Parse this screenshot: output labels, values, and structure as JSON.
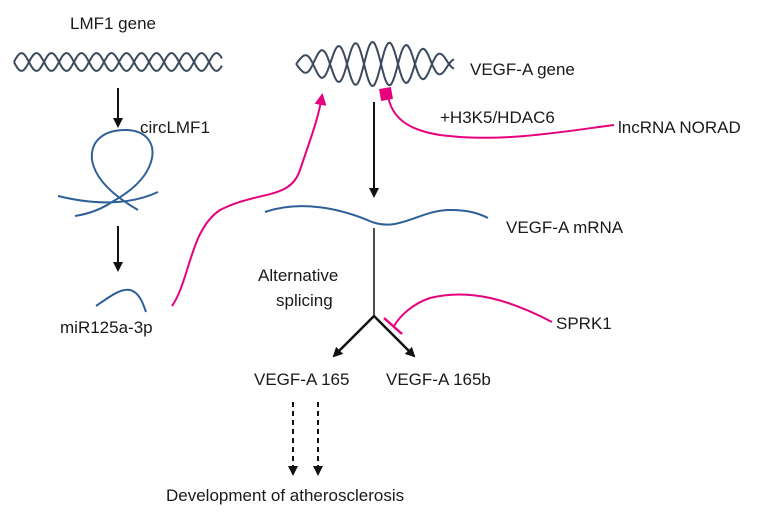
{
  "labels": {
    "lmf1_gene": "LMF1 gene",
    "vegfa_gene": "VEGF-A gene",
    "circlmf1": "circLMF1",
    "h3k5": "+H3K5/HDAC6",
    "lncrna": "lncRNA NORAD",
    "vegfa_mrna": "VEGF-A mRNA",
    "alt_splicing_1": "Alternative",
    "alt_splicing_2": "splicing",
    "mir": "miR125a-3p",
    "sprk1": "SPRK1",
    "vegfa_165": "VEGF-A 165",
    "vegfa_165b": "VEGF-A 165b",
    "development": "Development of atherosclerosis"
  },
  "colors": {
    "strand": "#3b4a5c",
    "rna": "#2e5f96",
    "pink": "#e6007e",
    "arrow": "#111111"
  }
}
